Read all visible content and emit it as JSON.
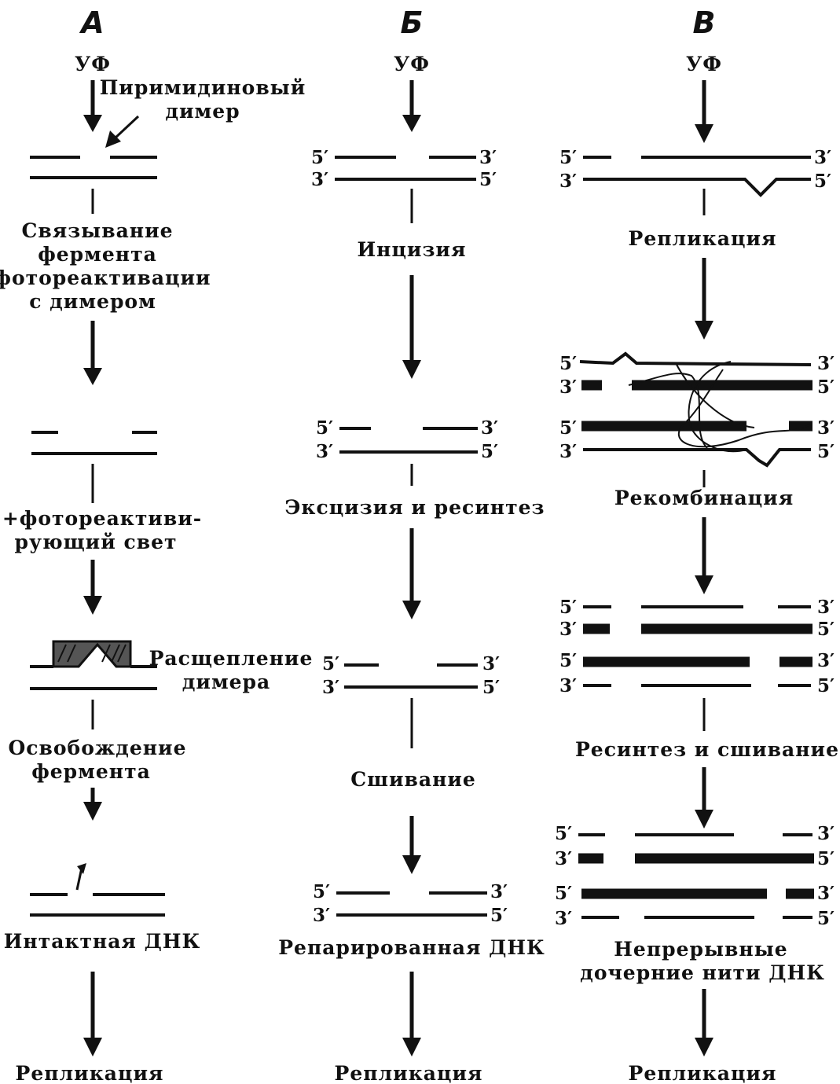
{
  "columns": {
    "a": {
      "heading": "А",
      "uv": "УФ",
      "dimer_label_1": "Пиримидиновый",
      "dimer_label_2": "димер",
      "binding_1": "Связывание",
      "binding_2": "фермента",
      "binding_3": "фотореактивации",
      "binding_4": "с димером",
      "light_1": "+фотореактиви-",
      "light_2": "рующий свет",
      "split_1": "Расщепление",
      "split_2": "димера",
      "release_1": "Освобождение",
      "release_2": "фермента",
      "intact": "Интактная ДНК",
      "replication": "Репликация"
    },
    "b": {
      "heading": "Б",
      "uv": "УФ",
      "incision": "Инцизия",
      "excision": "Эксцизия и ресинтез",
      "ligation": "Сшивание",
      "repaired": "Репарированная ДНК",
      "replication": "Репликация"
    },
    "c": {
      "heading": "В",
      "uv": "УФ",
      "replication_1": "Репликация",
      "recombination": "Рекомбинация",
      "resynthesis": "Ресинтез и сшивание",
      "continuous_1": "Непрерывные",
      "continuous_2": "дочерние нити ДНК",
      "replication_2": "Репликация"
    }
  },
  "ends": {
    "five": "5′",
    "three": "3′"
  }
}
